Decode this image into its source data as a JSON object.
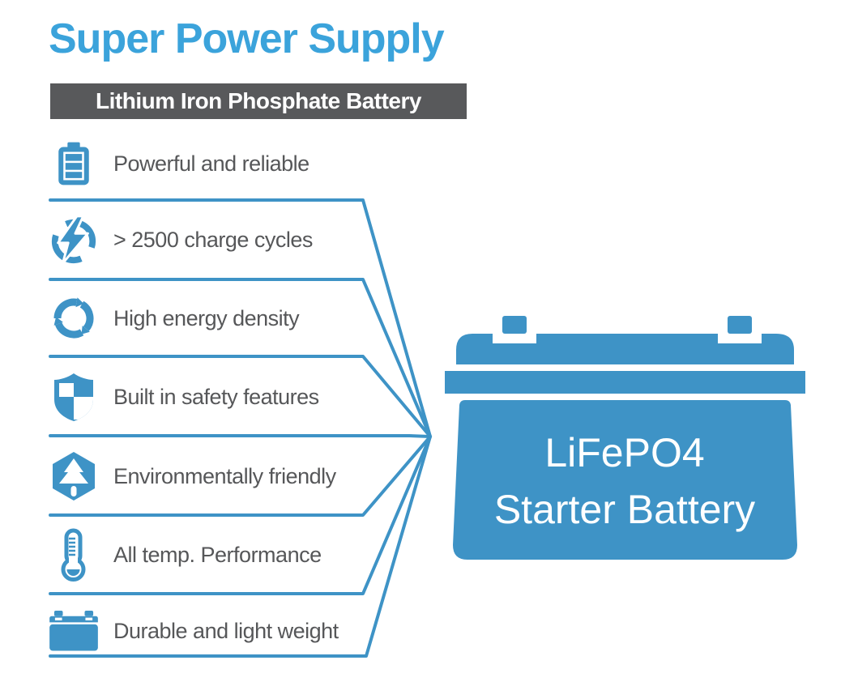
{
  "title": "Super Power Supply",
  "banner": "Lithium Iron Phosphate Battery",
  "features": [
    {
      "icon": "battery-icon",
      "label": "Powerful and reliable"
    },
    {
      "icon": "lightning-icon",
      "label": "> 2500 charge cycles"
    },
    {
      "icon": "recycle-icon",
      "label": "High energy density"
    },
    {
      "icon": "shield-icon",
      "label": "Built in safety features"
    },
    {
      "icon": "tree-icon",
      "label": "Environmentally friendly"
    },
    {
      "icon": "thermometer-icon",
      "label": "All temp. Performance"
    },
    {
      "icon": "car-battery-icon",
      "label": "Durable and light weight"
    }
  ],
  "battery_graphic": {
    "line1": "LiFePO4",
    "line2": "Starter Battery"
  },
  "colors": {
    "accent_blue": "#3E93C6",
    "title_blue": "#3BA3DB",
    "banner_gray": "#58595B",
    "label_gray": "#565759",
    "text_white": "#FFFFFF"
  }
}
